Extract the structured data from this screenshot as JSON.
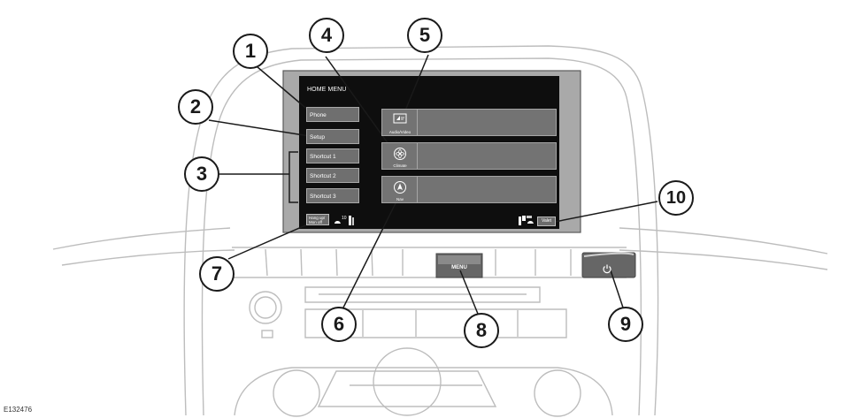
{
  "screen": {
    "title": "HOME MENU",
    "left_buttons": [
      "Phone",
      "Setup",
      "Shortcut 1",
      "Shortcut 2",
      "Shortcut 3"
    ],
    "tiles": [
      {
        "label": "Audio/Video",
        "icon": "audio-video-icon"
      },
      {
        "label": "Climate",
        "icon": "climate-fan-icon"
      },
      {
        "label": "Nav",
        "icon": "navigation-arrow-icon"
      }
    ],
    "hang_up_label": "Hang up/\nMon off",
    "valet_label": "Valet"
  },
  "hardware": {
    "menu_button_label": "MENU",
    "power_icon": "power-icon"
  },
  "callouts": [
    "1",
    "2",
    "3",
    "4",
    "5",
    "6",
    "7",
    "8",
    "9",
    "10"
  ],
  "figure_id": "E132476"
}
